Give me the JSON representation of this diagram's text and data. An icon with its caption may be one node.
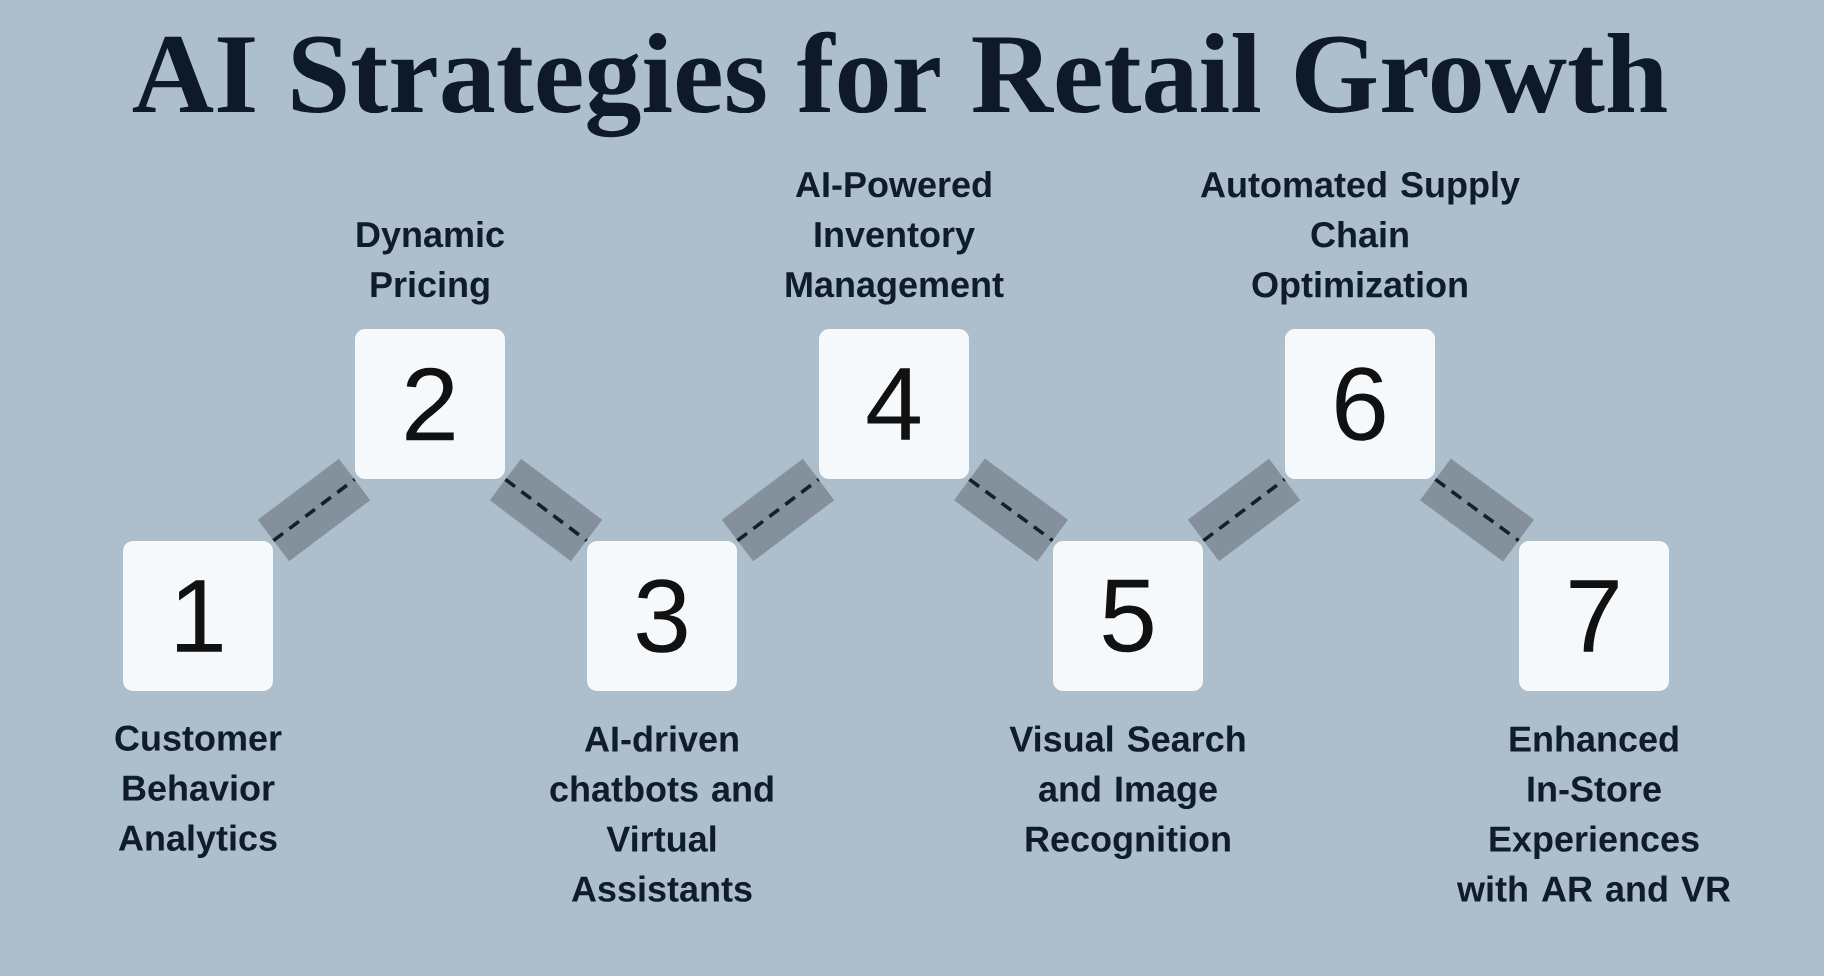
{
  "diagram": {
    "title": "AI Strategies for Retail Growth",
    "nodes": [
      {
        "text": [
          "1"
        ],
        "beside": [
          "Customer Behavior Analytics"
        ]
      },
      {
        "text": [
          "2"
        ],
        "beside": [
          "Dynamic Pricing"
        ]
      },
      {
        "text": [
          "3"
        ],
        "beside": [
          "AI-driven chatbots and Virtual Assistants"
        ]
      },
      {
        "text": [
          "4"
        ],
        "beside": [
          "AI-Powered Inventory Management"
        ]
      },
      {
        "text": [
          "5"
        ],
        "beside": [
          "Visual Search and Image Recognition"
        ]
      },
      {
        "text": [
          "6"
        ],
        "beside": [
          "Automated Supply Chain Optimization"
        ]
      },
      {
        "text": [
          "7"
        ],
        "beside": [
          "Enhanced In-Store Experiences with AR and VR"
        ]
      }
    ],
    "edges": [
      {
        "from": 0,
        "to": 1,
        "arrow": "none"
      },
      {
        "from": 1,
        "to": 2,
        "arrow": "none"
      },
      {
        "from": 2,
        "to": 3,
        "arrow": "none"
      },
      {
        "from": 3,
        "to": 4,
        "arrow": "none"
      },
      {
        "from": 4,
        "to": 5,
        "arrow": "none"
      },
      {
        "from": 5,
        "to": 6,
        "arrow": "none"
      }
    ]
  }
}
